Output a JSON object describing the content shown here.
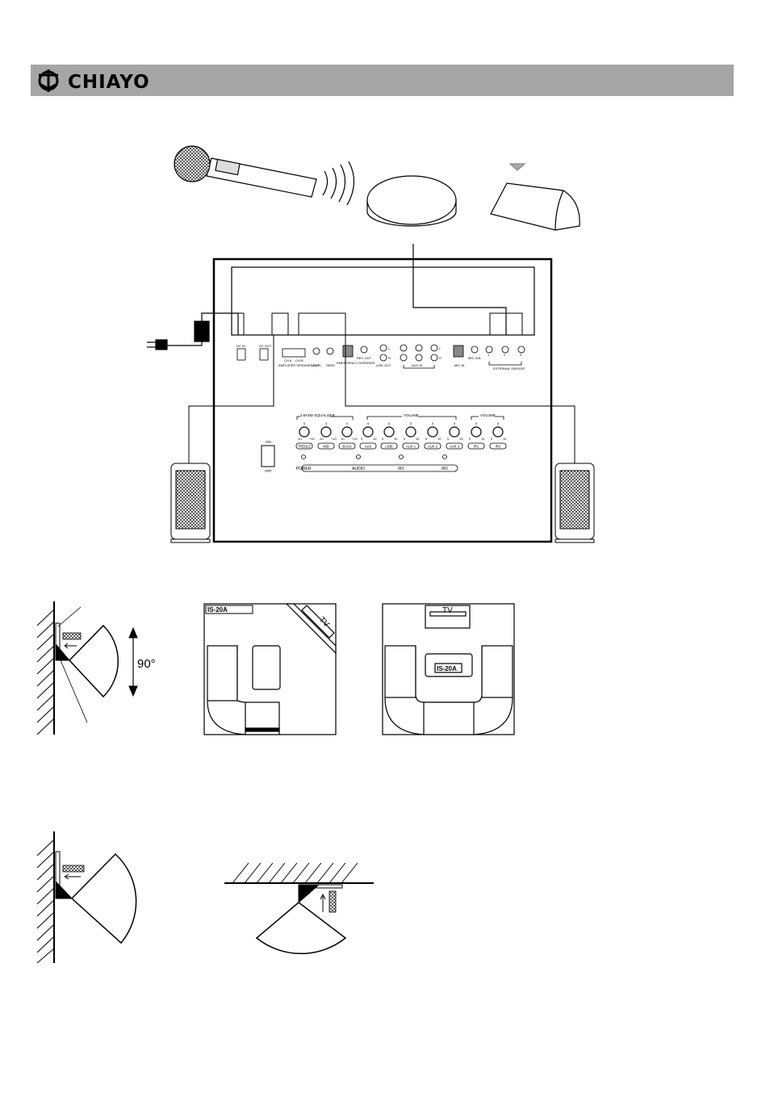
{
  "header": {
    "brand": "CHIAYO"
  },
  "panel": {
    "labels": {
      "dc_in": "DC IN",
      "dc_out": "DC OUT",
      "amp_speaker_out": "AMPLIFIER SPEAKER OUT",
      "ch_a": "CH A",
      "ch_b": "CH B",
      "level": "LEVEL",
      "sens": "SENS",
      "emergency_override": "EMERGENCY OVERRIDE",
      "rec_out": "REC OUT",
      "line_out": "LINE OUT",
      "aux_in": "AUX IN",
      "mic_in": "MIC IN",
      "mic_vol": "MIC VOL",
      "external_sensor": "EXTERNAL SENSOR",
      "l": "L",
      "r": "R",
      "in_1": "1",
      "in_2": "2",
      "in_3": "3"
    },
    "equalizer_title": "3 BAND EQUALIZER",
    "volume_title": "VOLUME",
    "volume2_title": "VOLUME",
    "knobs": [
      "TREBLE",
      "MID",
      "BASS",
      "AUX",
      "LINE",
      "AUX 1",
      "AUX 2",
      "AUX 3",
      "IR1",
      "IR2"
    ],
    "eq_scale": [
      "-10",
      "0",
      "+10"
    ],
    "vol_scale": [
      "0",
      "5",
      "10"
    ],
    "switch_on": "ON",
    "switch_off": "OFF",
    "indicators": [
      "POWER",
      "AUDIO",
      "IR1",
      "IR2"
    ]
  },
  "mounting": {
    "angle": "90°",
    "model": "IS-20A",
    "tv": "TV"
  }
}
